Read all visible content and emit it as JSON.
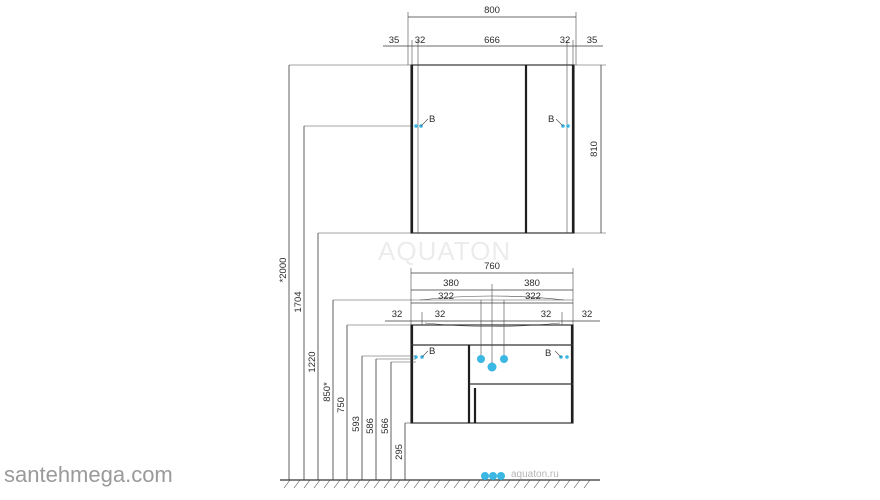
{
  "diagram": {
    "mirror_cabinet": {
      "width_total": "800",
      "overhang_left": "35",
      "door_gap_left": "32",
      "inner_width": "666",
      "door_gap_right": "32",
      "overhang_right": "35",
      "height": "810",
      "connection_left": "B",
      "connection_right": "B"
    },
    "vanity": {
      "width_total": "760",
      "half_left": "380",
      "half_right": "380",
      "sink_left": "322",
      "sink_right": "322",
      "edge_left": "32",
      "edge_left_inner": "32",
      "edge_right_inner": "32",
      "edge_right": "32",
      "connection": "B"
    },
    "heights": {
      "h_total": "*2000",
      "h_mirror_top": "1704",
      "h_mirror_bottom": "1220",
      "h_counter": "850*",
      "h_top": "750",
      "h_593": "593",
      "h_586": "586",
      "h_566": "566",
      "h_295": "295"
    }
  },
  "watermarks": {
    "brand": "AQUATON",
    "site_left": "santehmega.com",
    "site_bottom": "aquaton.ru"
  },
  "colors": {
    "line": "#3a3a3a",
    "cyan_marker": "#3ab7e3",
    "watermark": "#9a9a9a"
  }
}
